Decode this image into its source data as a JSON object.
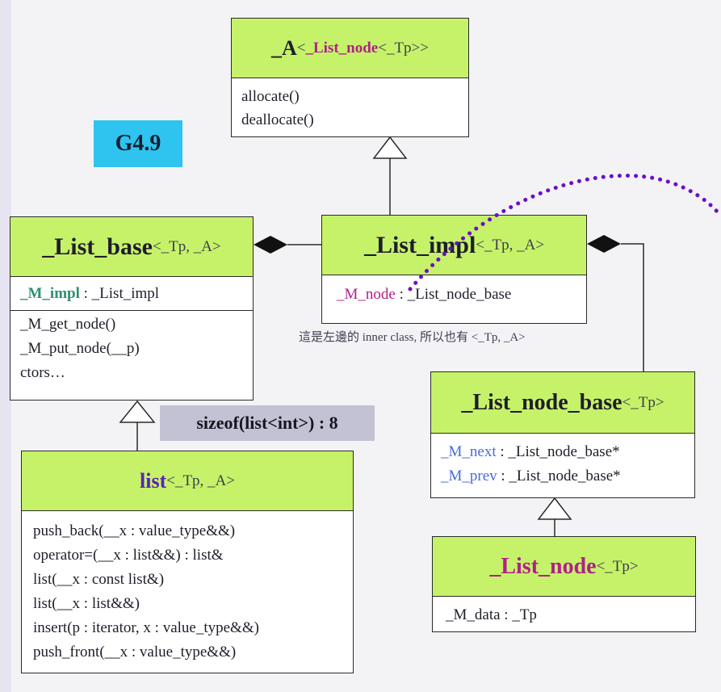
{
  "badge": "G4.9",
  "sizeof_note": "sizeof(list<int>) : 8",
  "inner_class_note": "這是左邊的 inner class, 所以也有 <_Tp, _A>",
  "classes": {
    "alloc": {
      "name": "_A",
      "template": "< _List_node<_Tp>>",
      "template_inner": "_List_node",
      "template_open": "< ",
      "template_close": "<_Tp>>",
      "methods": [
        "allocate()",
        "deallocate()"
      ]
    },
    "list_base": {
      "name": "_List_base",
      "template": "<_Tp, _A>",
      "attr_name": "_M_impl",
      "attr_type": " : _List_impl",
      "methods": [
        "_M_get_node()",
        "_M_put_node(__p)",
        "ctors…"
      ]
    },
    "list_impl": {
      "name": "_List_impl",
      "template": "<_Tp, _A>",
      "attr_name": "_M_node",
      "attr_type": " : _List_node_base"
    },
    "list": {
      "name": "list",
      "template": "<_Tp, _A>",
      "methods": [
        "push_back(__x : value_type&&)",
        "operator=(__x : list&&) : list&",
        "list(__x : const list&)",
        "list(__x : list&&)",
        "insert(p : iterator, x : value_type&&)",
        "push_front(__x : value_type&&)"
      ]
    },
    "list_node_base": {
      "name": "_List_node_base",
      "template": "<_Tp>",
      "attrs": [
        {
          "name": "_M_next",
          "type": " : _List_node_base*"
        },
        {
          "name": "_M_prev",
          "type": " : _List_node_base*"
        }
      ]
    },
    "list_node": {
      "name": "_List_node",
      "template": "<_Tp>",
      "attr": "_M_data : _Tp"
    }
  },
  "colors": {
    "header_green": "#c6f26a",
    "badge_blue": "#2fc3ef",
    "note_gray": "#c2c2d4",
    "highlight_magenta": "#b0208a",
    "attr_blue": "#4a6ad6",
    "purple_dots": "#6a10c8"
  }
}
